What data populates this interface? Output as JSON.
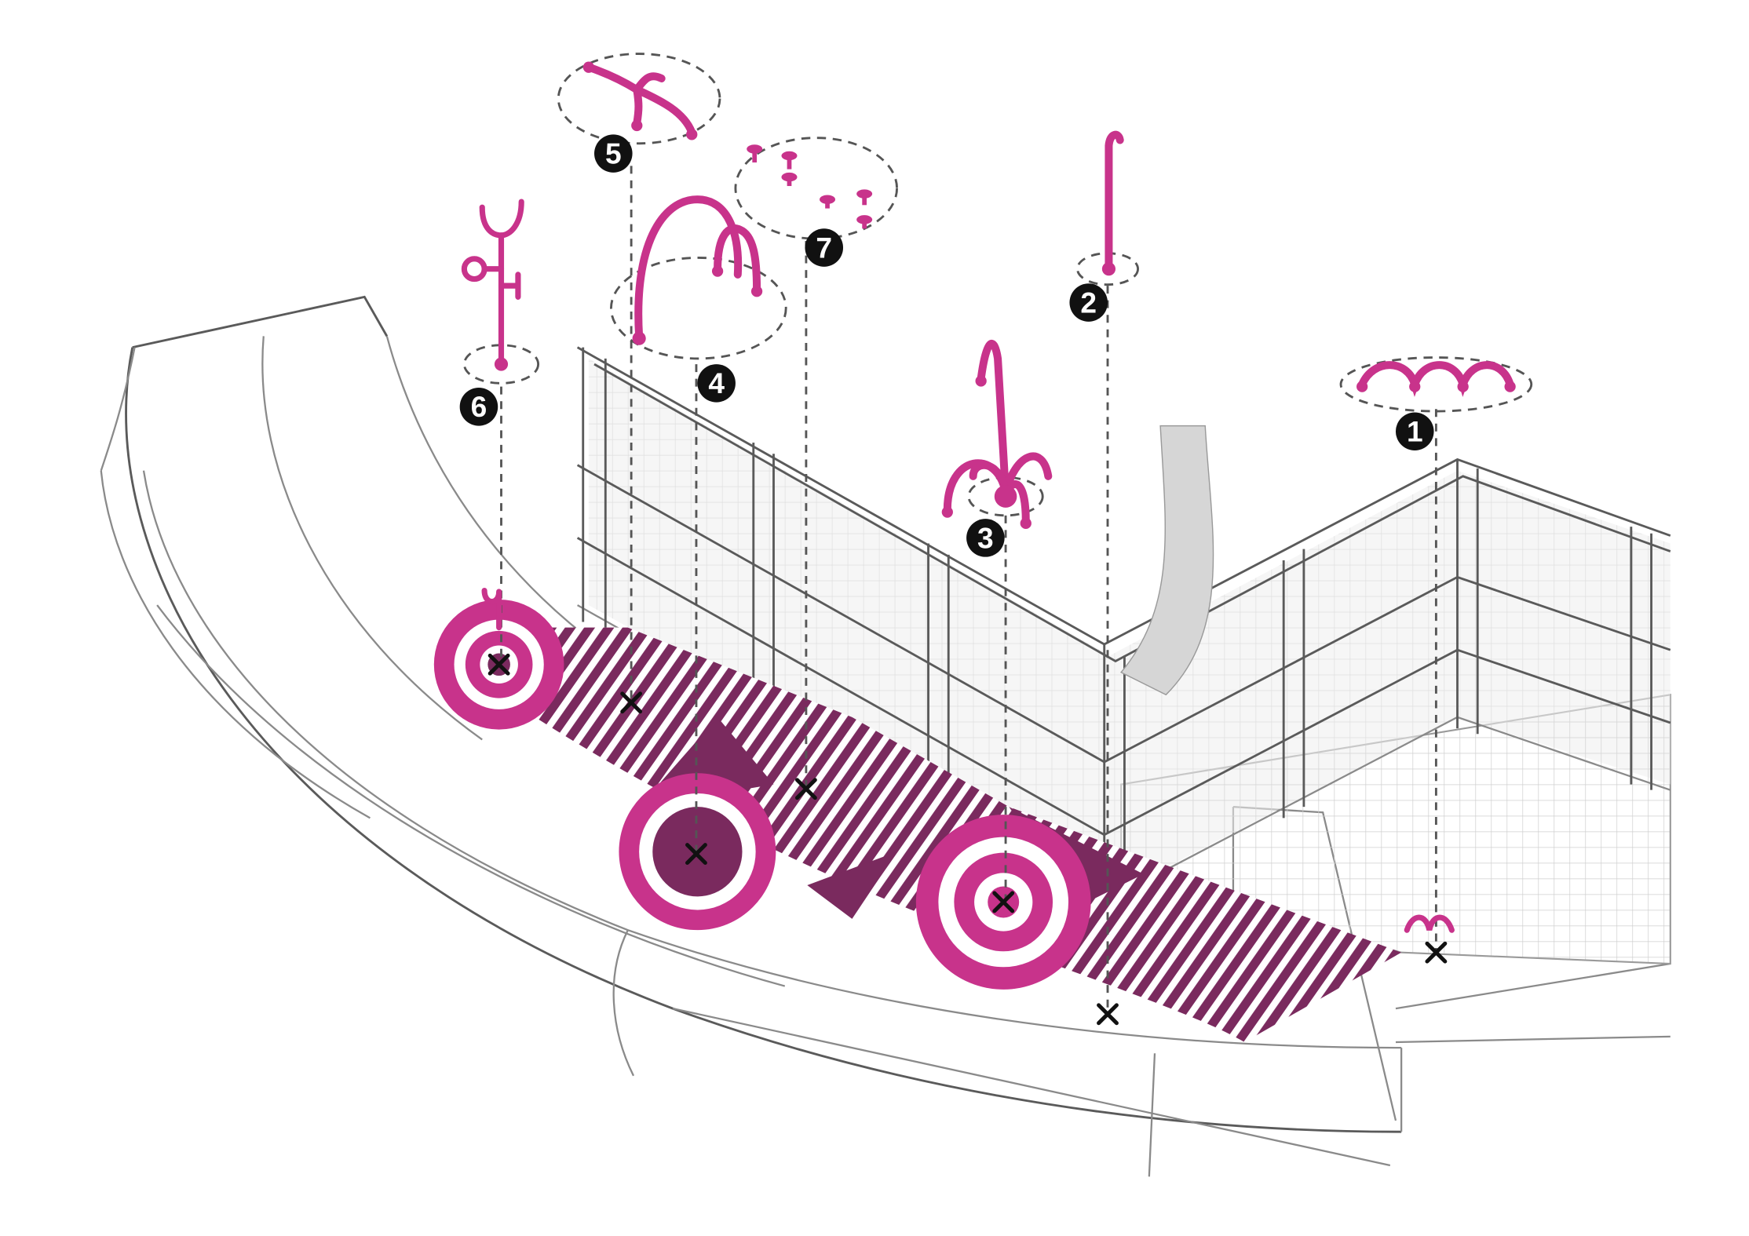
{
  "colors": {
    "accent": "#c8338b",
    "accent_dark": "#7a2a5e",
    "line": "#8a8a8a",
    "marker": "#111111"
  },
  "markers": [
    {
      "id": "1",
      "label": "1",
      "icon": "triple-arch-fountain-icon"
    },
    {
      "id": "2",
      "label": "2",
      "icon": "single-tall-jet-icon"
    },
    {
      "id": "3",
      "label": "3",
      "icon": "multi-arch-cluster-icon"
    },
    {
      "id": "4",
      "label": "4",
      "icon": "double-arch-jet-icon"
    },
    {
      "id": "5",
      "label": "5",
      "icon": "branching-arch-jet-icon"
    },
    {
      "id": "6",
      "label": "6",
      "icon": "ring-and-branch-jet-icon"
    },
    {
      "id": "7",
      "label": "7",
      "icon": "mushroom-nozzles-icon"
    }
  ]
}
